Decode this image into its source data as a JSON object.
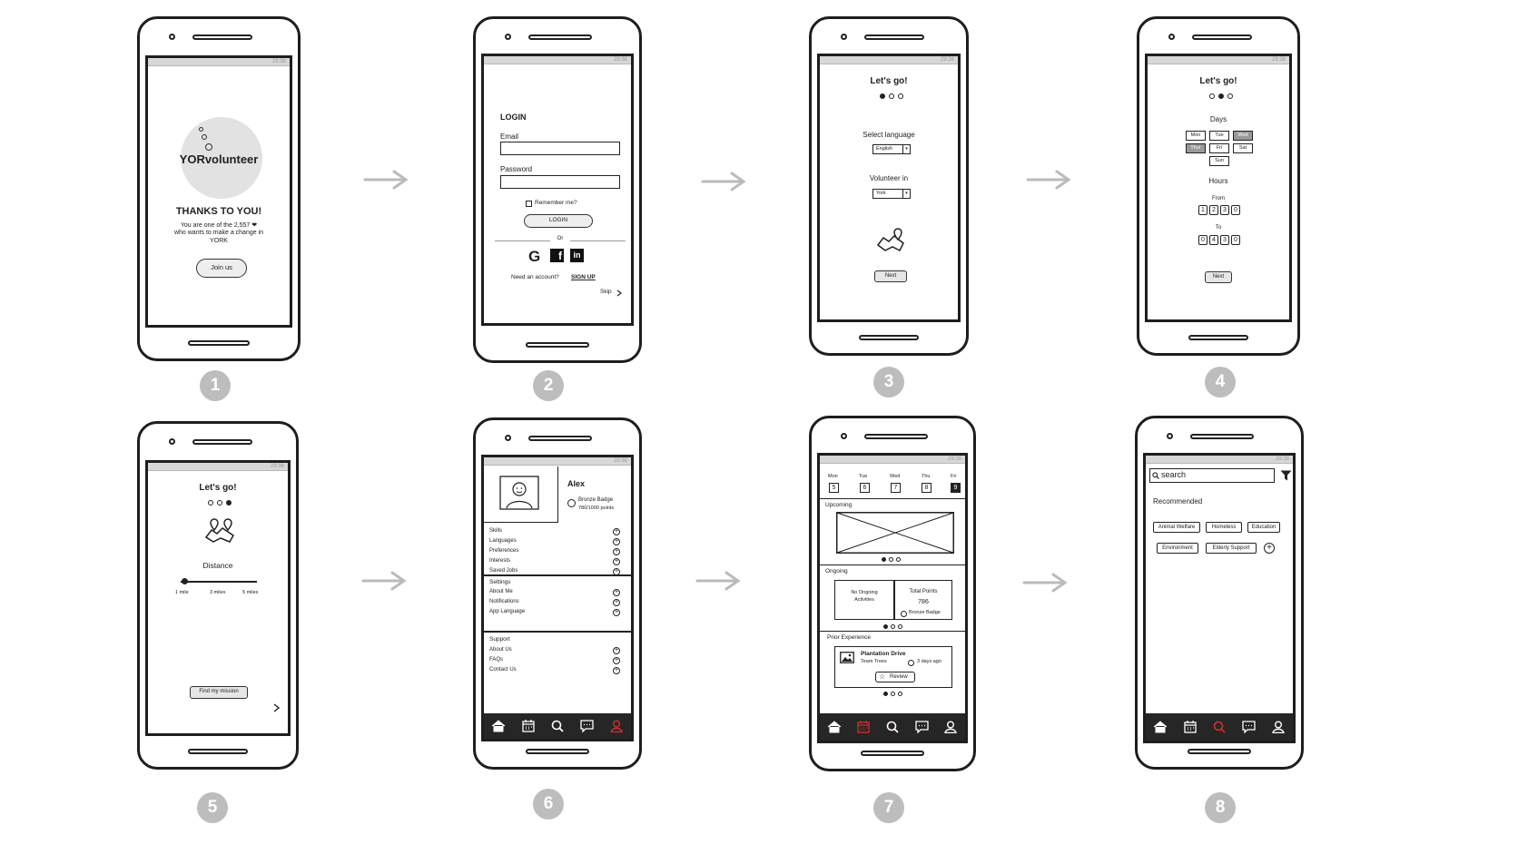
{
  "status_bar": "29:38",
  "step_numbers": [
    "1",
    "2",
    "3",
    "4",
    "5",
    "6",
    "7",
    "8"
  ],
  "s1": {
    "logo": "YORvolunteer",
    "heading": "THANKS TO YOU!",
    "line1": "You are one of the 2,557 ❤",
    "line2": "who wants to make a change in",
    "line3": "YORK",
    "join": "Join us"
  },
  "s2": {
    "title": "LOGIN",
    "email_label": "Email",
    "password_label": "Password",
    "remember": "Remember me?",
    "login_btn": "LOGIN",
    "or": "Or",
    "need_account": "Need an account?",
    "signup": "SIGN UP",
    "skip": "Skip"
  },
  "s3": {
    "title": "Let's go!",
    "select_language": "Select language",
    "language_value": "English",
    "volunteer_in": "Volunteer in",
    "location_value": "York",
    "next": "Next"
  },
  "s4": {
    "title": "Let's go!",
    "days_label": "Days",
    "days": [
      "Mon",
      "Tue",
      "Wed",
      "Thur",
      "Fri",
      "Sat",
      "Sun"
    ],
    "hours_label": "Hours",
    "from_label": "From",
    "from_digits": [
      "1",
      "2",
      "3",
      "0"
    ],
    "to_label": "To",
    "to_digits": [
      "0",
      "4",
      "3",
      "0"
    ],
    "next": "Next"
  },
  "s5": {
    "title": "Let's go!",
    "distance": "Distance",
    "ticks": [
      "1 mile",
      "3 miles",
      "5 miles"
    ],
    "slider_fraction": 0.05,
    "find": "Find my mission"
  },
  "s6": {
    "name": "Alex",
    "badge": "Bronze Badge",
    "points": "780/1000 points",
    "group1": [
      "Skills",
      "Languages",
      "Preferences",
      "Interests",
      "Saved Jobs"
    ],
    "settings_title": "Settings",
    "group2": [
      "About Me",
      "Notifications",
      "App Language"
    ],
    "support_title": "Support",
    "group3": [
      "About Us",
      "FAQs",
      "Contact Us"
    ]
  },
  "s7": {
    "days": [
      "Mon",
      "Tue",
      "Wed",
      "Thu",
      "Fri"
    ],
    "dates": [
      "5",
      "6",
      "7",
      "8",
      "9"
    ],
    "upcoming": "Upcoming",
    "ongoing": "Ongoing",
    "no_ongoing_1": "No Ongoing",
    "no_ongoing_2": "Activities",
    "total_points_label": "Total Points",
    "total_points": "786",
    "badge": "Bronze Badge",
    "prior": "Prior Experience",
    "event": "Plantation Drive",
    "team": "Team Trees",
    "ago": "3 days ago",
    "review": "Review"
  },
  "s8": {
    "search_placeholder": "search",
    "recommended": "Recommended",
    "chips_row1": [
      "Animal Welfare",
      "Homeless",
      "Education"
    ],
    "chips_row2": [
      "Environment",
      "Elderly Support"
    ]
  },
  "colors": {
    "accent_red": "#d0302a",
    "nav_dark": "#262626"
  }
}
